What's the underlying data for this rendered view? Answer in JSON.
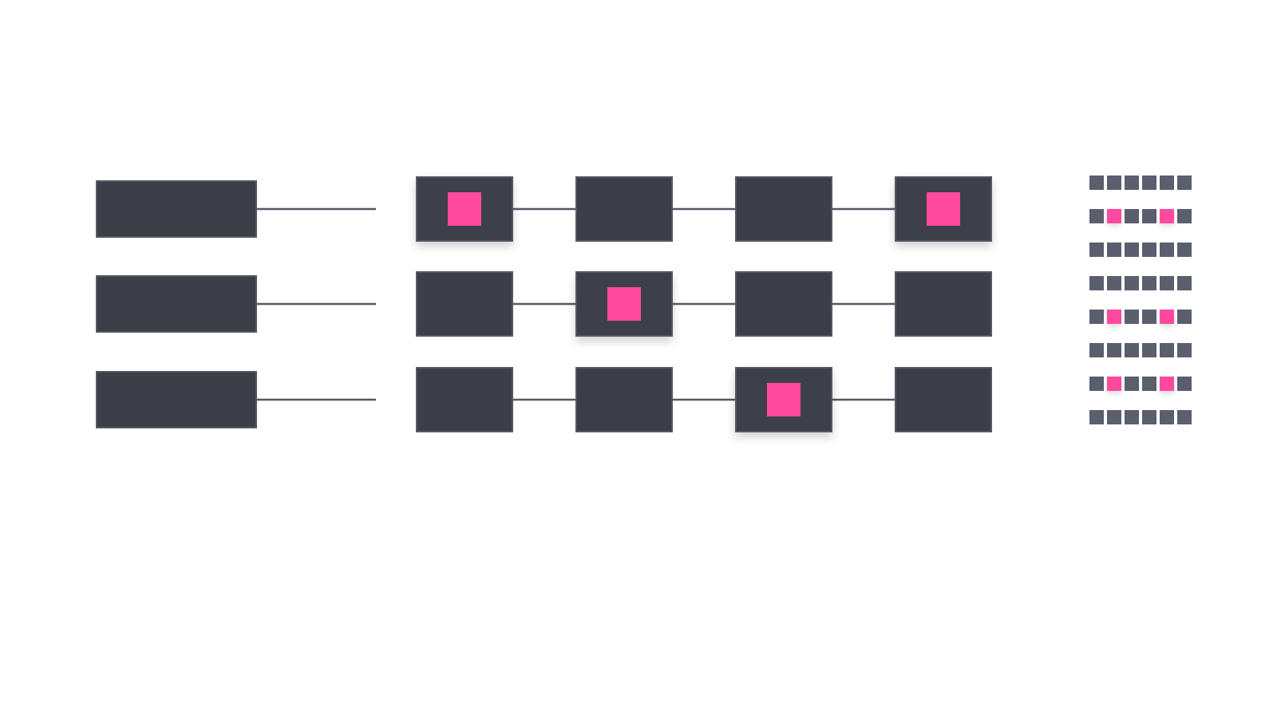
{
  "colors": {
    "background": "#ffffff",
    "box_fill": "#3d3f48",
    "box_stroke": "#545766",
    "connector": "#555766",
    "highlight": "#ff4a9f",
    "matrix_cell": "#5b5e6d"
  },
  "diagram": {
    "rows": [
      {
        "label_box": "",
        "slots": [
          true,
          false,
          false,
          true
        ]
      },
      {
        "label_box": "",
        "slots": [
          false,
          true,
          false,
          false
        ]
      },
      {
        "label_box": "",
        "slots": [
          false,
          false,
          true,
          false
        ]
      }
    ],
    "matrix": {
      "rows": 8,
      "cols": 6,
      "highlighted": [
        [
          1,
          1
        ],
        [
          1,
          4
        ],
        [
          4,
          1
        ],
        [
          4,
          4
        ],
        [
          6,
          1
        ],
        [
          6,
          4
        ]
      ]
    }
  }
}
